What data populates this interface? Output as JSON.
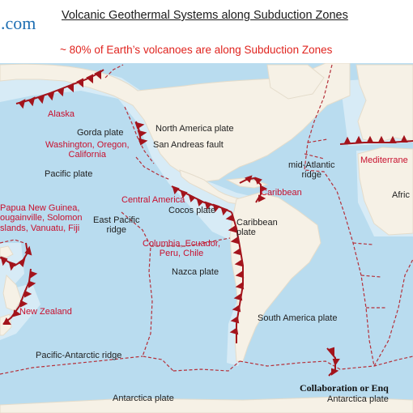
{
  "header": {
    "title": "Volcanic Geothermal Systems along Subduction Zones",
    "subtitle": "~ 80% of Earth’s volcanoes are along Subduction Zones",
    "domain_fragment": ".com"
  },
  "footer": {
    "note": "Collaboration or Enq"
  },
  "colors": {
    "ocean": "#b9dcef",
    "land": "#f6f1e6",
    "coast": "#e4dccb",
    "shelf": "#d7ebf6",
    "subduction": "#a3141c",
    "ridge": "#b5303a",
    "label_red": "#c8102e",
    "label_dark": "#1f1f1f"
  },
  "plates": {
    "gorda": "Gorda plate",
    "north_america": "North America plate",
    "san_andreas": "San Andreas fault",
    "pacific": "Pacific plate",
    "east_pacific_ridge": [
      "East Pacific",
      "ridge"
    ],
    "cocos": "Cocos plate",
    "caribbean_plate": [
      "Caribbean",
      "plate"
    ],
    "nazca": "Nazca plate",
    "south_america": "South America plate",
    "pacific_antarctic_ridge": "Pacific-Antarctic ridge",
    "antarctica_left": "Antarctica plate",
    "antarctica_right": "Antarctica plate",
    "mid_atlantic": [
      "mid-Atlantic",
      "ridge"
    ],
    "africa": "Afric"
  },
  "zones": {
    "alaska": "Alaska",
    "pacific_nw": [
      "Washington, Oregon,",
      "California"
    ],
    "central_america": "Central America",
    "caribbean": "Caribbean",
    "andes": [
      "Columbia, Ecuador,",
      "Peru, Chile"
    ],
    "melanesia": [
      "Papua New Guinea,",
      "ougainville, Solomon",
      "slands, Vanuatu, Fiji"
    ],
    "new_zealand": "New Zealand",
    "mediterranean": "Mediterrane"
  }
}
